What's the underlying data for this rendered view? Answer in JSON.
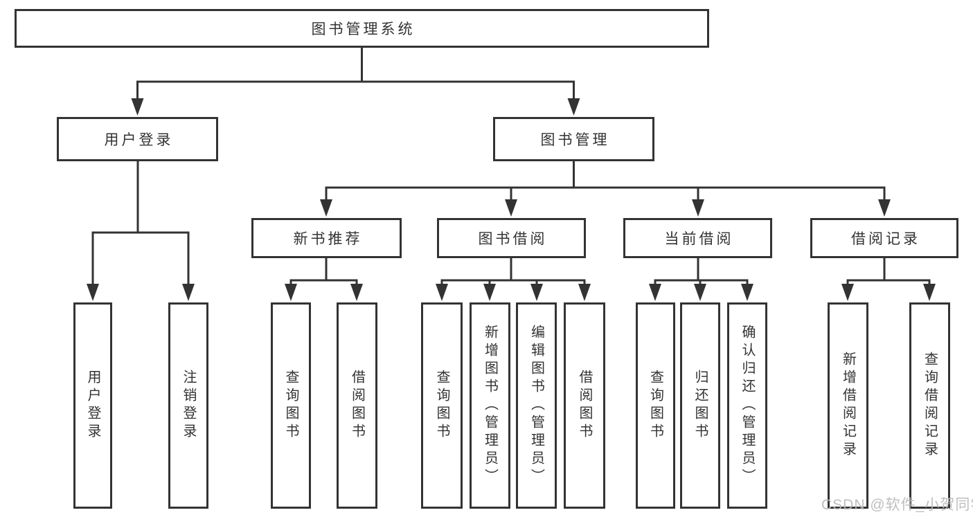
{
  "diagram": {
    "root": {
      "label": "图书管理系统"
    },
    "level2": {
      "user_login": {
        "label": "用户登录"
      },
      "book_management": {
        "label": "图书管理"
      }
    },
    "level3": {
      "new_book": {
        "label": "新书推荐"
      },
      "book_borrow": {
        "label": "图书借阅"
      },
      "current_borrow": {
        "label": "当前借阅"
      },
      "borrow_record": {
        "label": "借阅记录"
      }
    },
    "leaves": {
      "user_login": [
        "用户登录",
        "注销登录"
      ],
      "new_book": [
        "查询图书",
        "借阅图书"
      ],
      "book_borrow": [
        "查询图书",
        "新增图书（管理员）",
        "编辑图书（管理员）",
        "借阅图书"
      ],
      "current_borrow": [
        "查询图书",
        "归还图书",
        "确认归还（管理员）"
      ],
      "borrow_record": [
        "新增借阅记录",
        "查询借阅记录"
      ]
    }
  },
  "watermark": {
    "text": "CSDN @软件_小贺同学"
  },
  "colors": {
    "line": "#333333",
    "text": "#333333",
    "box_background": "#ffffff",
    "watermark": "#b9b9b9"
  }
}
